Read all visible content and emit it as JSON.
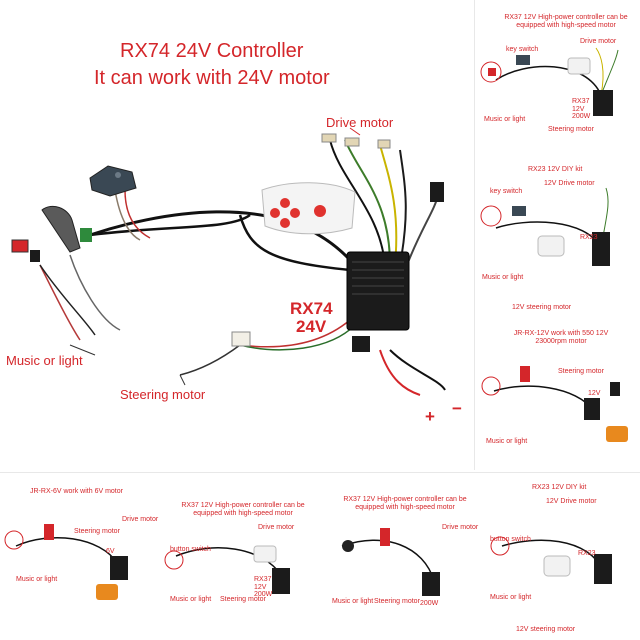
{
  "main": {
    "title_line1": "RX74  24V Controller",
    "title_line2": "It can work with 24V motor",
    "labels": {
      "drive_motor": "Drive motor",
      "music_or_light": "Music or light",
      "steering_motor": "Steering motor",
      "model": "RX74",
      "voltage": "24V",
      "plus": "+",
      "minus": "−"
    }
  },
  "thumbnails": [
    {
      "title": "RX37 12V High-power controller can be equipped with high-speed motor",
      "labels": [
        "key switch",
        "Drive motor",
        "RX37 12V 200W",
        "Music or light",
        "Steering motor"
      ]
    },
    {
      "title": "RX23 12V DIY kit",
      "labels": [
        "key switch",
        "12V Drive motor",
        "RX23",
        "Music or light",
        "12V steering motor"
      ]
    },
    {
      "title": "JR-RX-12V work with 550 12V 23000rpm motor",
      "labels": [
        "Steering motor",
        "12V",
        "Music or light"
      ]
    },
    {
      "title": "JR-RX-6V work with 6V motor",
      "labels": [
        "Steering motor",
        "Drive motor",
        "6V",
        "Music or light"
      ]
    },
    {
      "title": "RX37 12V High-power controller can be equipped with high-speed motor",
      "labels": [
        "button switch",
        "Drive motor",
        "RX37 12V 200W",
        "Music or light",
        "Steering motor"
      ]
    },
    {
      "title": "RX37 12V High-power controller can be equipped with high-speed motor",
      "labels": [
        "Drive motor",
        "Music or light",
        "Steering motor",
        "200W"
      ]
    },
    {
      "title": "RX23 12V DIY kit",
      "labels": [
        "12V Drive motor",
        "button switch",
        "RX23",
        "Music or light",
        "12V steering motor"
      ]
    }
  ],
  "colors": {
    "accent_red": "#d4262a",
    "controller_black": "#1b1b1b",
    "remote_white": "#f4f4f4",
    "remote_button_red": "#e0322e",
    "remote_orange": "#e8891e"
  }
}
